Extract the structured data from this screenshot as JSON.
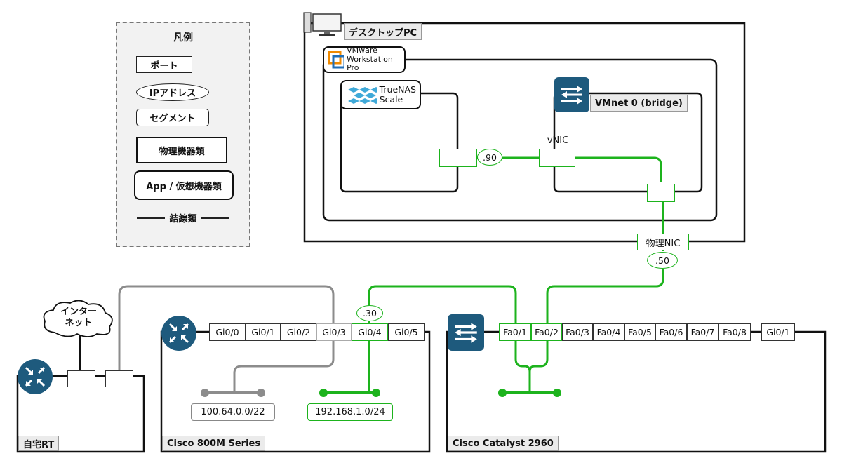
{
  "legend": {
    "title": "凡例",
    "port": "ポート",
    "ip": "IPアドレス",
    "segment": "セグメント",
    "physical": "物理機器類",
    "app": "App / 仮想機器類",
    "line": "結線類"
  },
  "desktop": {
    "label": "デスクトップPC"
  },
  "vmware": {
    "line1": "VMware",
    "line2": "Workstation Pro"
  },
  "truenas": {
    "line1": "TrueNAS",
    "line2": "Scale"
  },
  "vmnet": {
    "label": "VMnet 0 (bridge)"
  },
  "vnic": {
    "label": "vNIC"
  },
  "truenas_ip": ".90",
  "physical_nic": {
    "label": "物理NIC",
    "ip": ".50"
  },
  "internet": {
    "line1": "インター",
    "line2": "ネット"
  },
  "home_router": {
    "label": "自宅RT"
  },
  "cisco800": {
    "label": "Cisco 800M Series",
    "ports": [
      "Gi0/0",
      "Gi0/1",
      "Gi0/2",
      "Gi0/3",
      "Gi0/4",
      "Gi0/5"
    ],
    "ip": ".30",
    "segments": [
      "100.64.0.0/22",
      "192.168.1.0/24"
    ]
  },
  "catalyst": {
    "label": "Cisco Catalyst 2960",
    "ports": [
      "Fa0/1",
      "Fa0/2",
      "Fa0/3",
      "Fa0/4",
      "Fa0/5",
      "Fa0/6",
      "Fa0/7",
      "Fa0/8"
    ],
    "uplink": "Gi0/1"
  },
  "colors": {
    "link_green": "#1db31d",
    "link_gray": "#8c8c8c",
    "device_blue": "#1e5a7d",
    "label_bg": "#ebebeb"
  }
}
